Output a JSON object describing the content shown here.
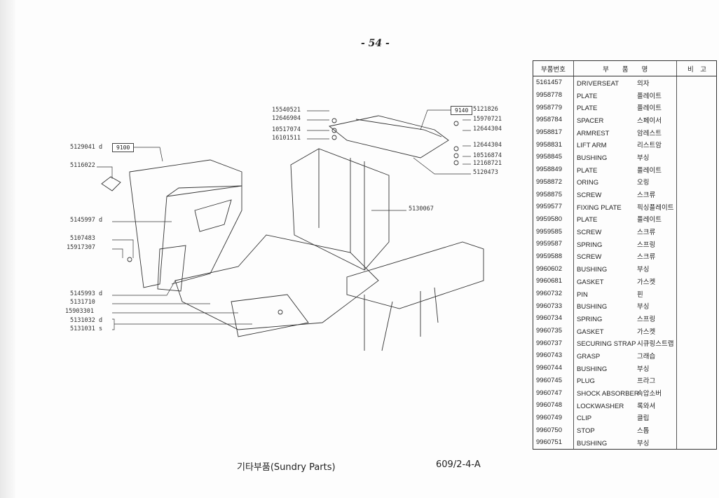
{
  "page_number": "- 54 -",
  "footer": {
    "title": "기타부품(Sundry Parts)",
    "code": "609/2-4-A"
  },
  "table": {
    "headers": [
      "부품번호",
      "부　　품　　명",
      "비　고"
    ],
    "rows": [
      [
        "5161457",
        "DRIVERSEAT",
        "의자"
      ],
      [
        "9958778",
        "PLATE",
        "플레이트"
      ],
      [
        "9958779",
        "PLATE",
        "플레이트"
      ],
      [
        "9958784",
        "SPACER",
        "스페이서"
      ],
      [
        "9958817",
        "ARMREST",
        "암레스트"
      ],
      [
        "9958831",
        "LIFT ARM",
        "리스트암"
      ],
      [
        "9958845",
        "BUSHING",
        "부싱"
      ],
      [
        "9958849",
        "PLATE",
        "플레이트"
      ],
      [
        "9958872",
        "ORING",
        "오링"
      ],
      [
        "9958875",
        "SCREW",
        "스크류"
      ],
      [
        "9959577",
        "FIXING PLATE",
        "픽싱플레이트"
      ],
      [
        "9959580",
        "PLATE",
        "플레이트"
      ],
      [
        "9959585",
        "SCREW",
        "스크류"
      ],
      [
        "9959587",
        "SPRING",
        "스프링"
      ],
      [
        "9959588",
        "SCREW",
        "스크류"
      ],
      [
        "9960602",
        "BUSHING",
        "부싱"
      ],
      [
        "9960681",
        "GASKET",
        "가스켓"
      ],
      [
        "9960732",
        "PIN",
        "핀"
      ],
      [
        "9960733",
        "BUSHING",
        "부싱"
      ],
      [
        "9960734",
        "SPRING",
        "스프링"
      ],
      [
        "9960735",
        "GASKET",
        "가스켓"
      ],
      [
        "9960737",
        "SECURING STRAP",
        "시큐링스트랩"
      ],
      [
        "9960743",
        "GRASP",
        "그래습"
      ],
      [
        "9960744",
        "BUSHING",
        "부싱"
      ],
      [
        "9960745",
        "PLUG",
        "프라그"
      ],
      [
        "9960747",
        "SHOCK ABSORBER",
        "쇽압소버"
      ],
      [
        "9960748",
        "LOCKWASHER",
        "록와셔"
      ],
      [
        "9960749",
        "CLIP",
        "클립"
      ],
      [
        "9960750",
        "STOP",
        "스톱"
      ],
      [
        "9960751",
        "BUSHING",
        "부싱"
      ]
    ]
  },
  "diagram": {
    "boxes": [
      "9100",
      "9140"
    ],
    "labels": [
      "5129041 d",
      "5116022",
      "5145997 d",
      "5107483",
      "15917307",
      "5145993 d",
      "5131710",
      "15903301",
      "5131032 d",
      "5131031 s",
      "15540521",
      "12646904",
      "10517074",
      "16101511",
      "5121826",
      "15970721",
      "12644304",
      "12644304",
      "10516874",
      "12168721",
      "5120473",
      "5130067"
    ]
  }
}
